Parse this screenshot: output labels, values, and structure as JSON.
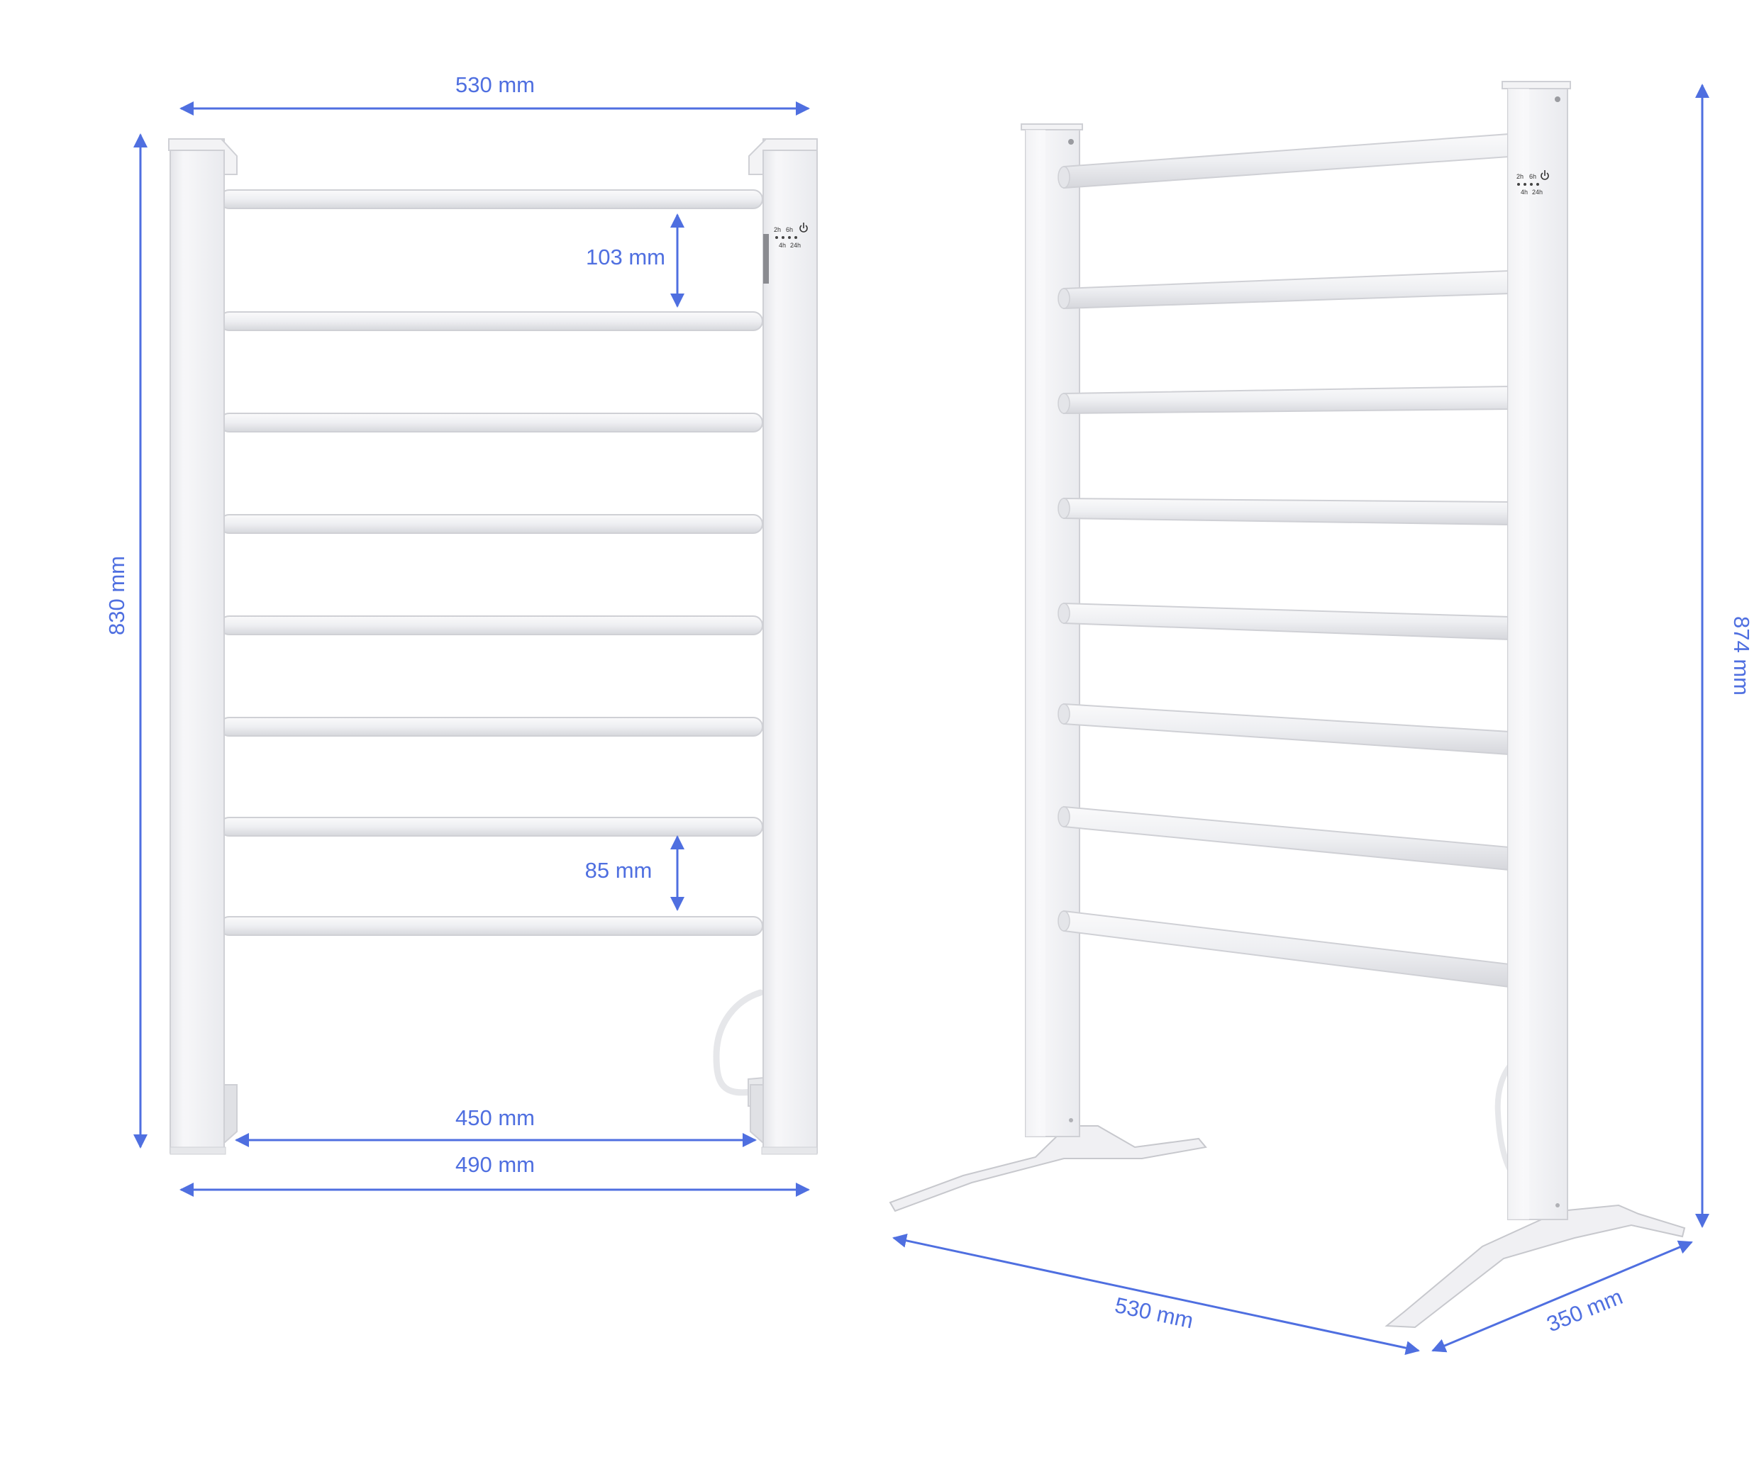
{
  "colors": {
    "dimension": "#4f6fe0",
    "frame": "#f1f1f3",
    "frame_shade": "#dcdde1",
    "frame_edge": "#c7c8cd",
    "background": "#ffffff"
  },
  "front_view": {
    "width_top": "530 mm",
    "height": "830 mm",
    "bar_spacing_top": "103 mm",
    "bar_spacing_bottom": "85 mm",
    "inner_width": "450 mm",
    "outer_width": "490 mm",
    "control_panel": {
      "t1": "2h",
      "t2": "4h",
      "t3": "6h",
      "t4": "24h",
      "power": "power-icon"
    }
  },
  "perspective_view": {
    "height": "874 mm",
    "length": "530 mm",
    "depth": "350 mm",
    "control_panel": {
      "t1": "2h",
      "t2": "4h",
      "t3": "6h",
      "t4": "24h",
      "power": "power-icon"
    }
  }
}
